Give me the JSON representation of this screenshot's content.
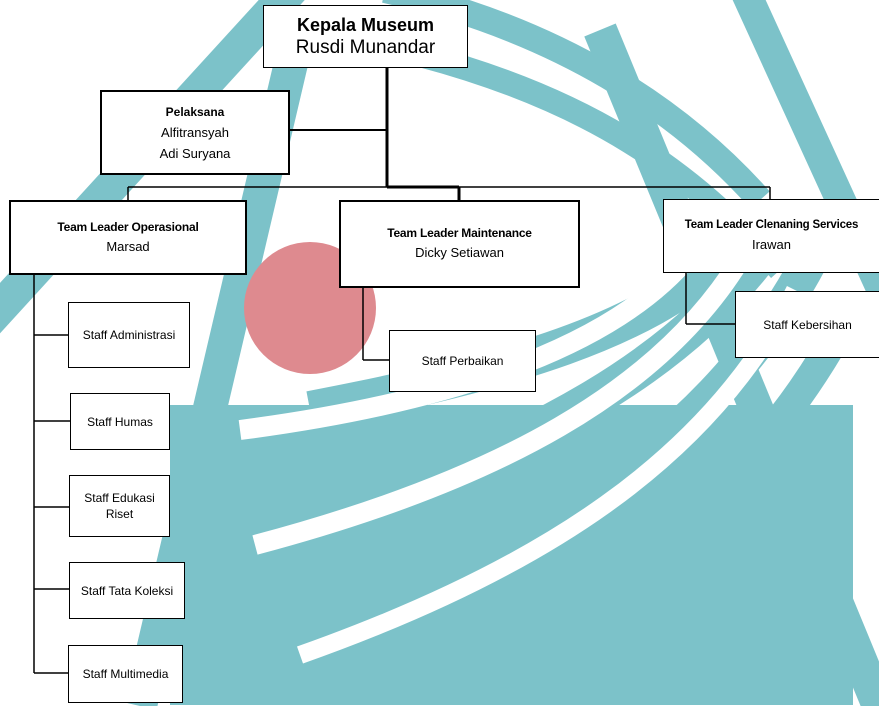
{
  "colors": {
    "watermark_teal": "#7cc2c9",
    "watermark_circle": "#de8a8f",
    "box_border": "#000000",
    "line": "#000000"
  },
  "head": {
    "title": "Kepala Museum",
    "name": "Rusdi Munandar"
  },
  "pelaksana": {
    "title": "Pelaksana",
    "names": [
      "Alfitransyah",
      "Adi Suryana"
    ]
  },
  "leaders": [
    {
      "title": "Team Leader Operasional",
      "name": "Marsad"
    },
    {
      "title": "Team Leader Maintenance",
      "name": "Dicky Setiawan"
    },
    {
      "title": "Team Leader Clenaning Services",
      "name": "Irawan"
    }
  ],
  "operasional_staff": [
    "Staff Administrasi",
    "Staff Humas",
    "Staff Edukasi\n  Riset",
    "Staff Tata Koleksi",
    "Staff Multimedia"
  ],
  "maintenance_staff": [
    "Staff Perbaikan"
  ],
  "cleaning_staff": [
    "Staff Kebersihan"
  ]
}
